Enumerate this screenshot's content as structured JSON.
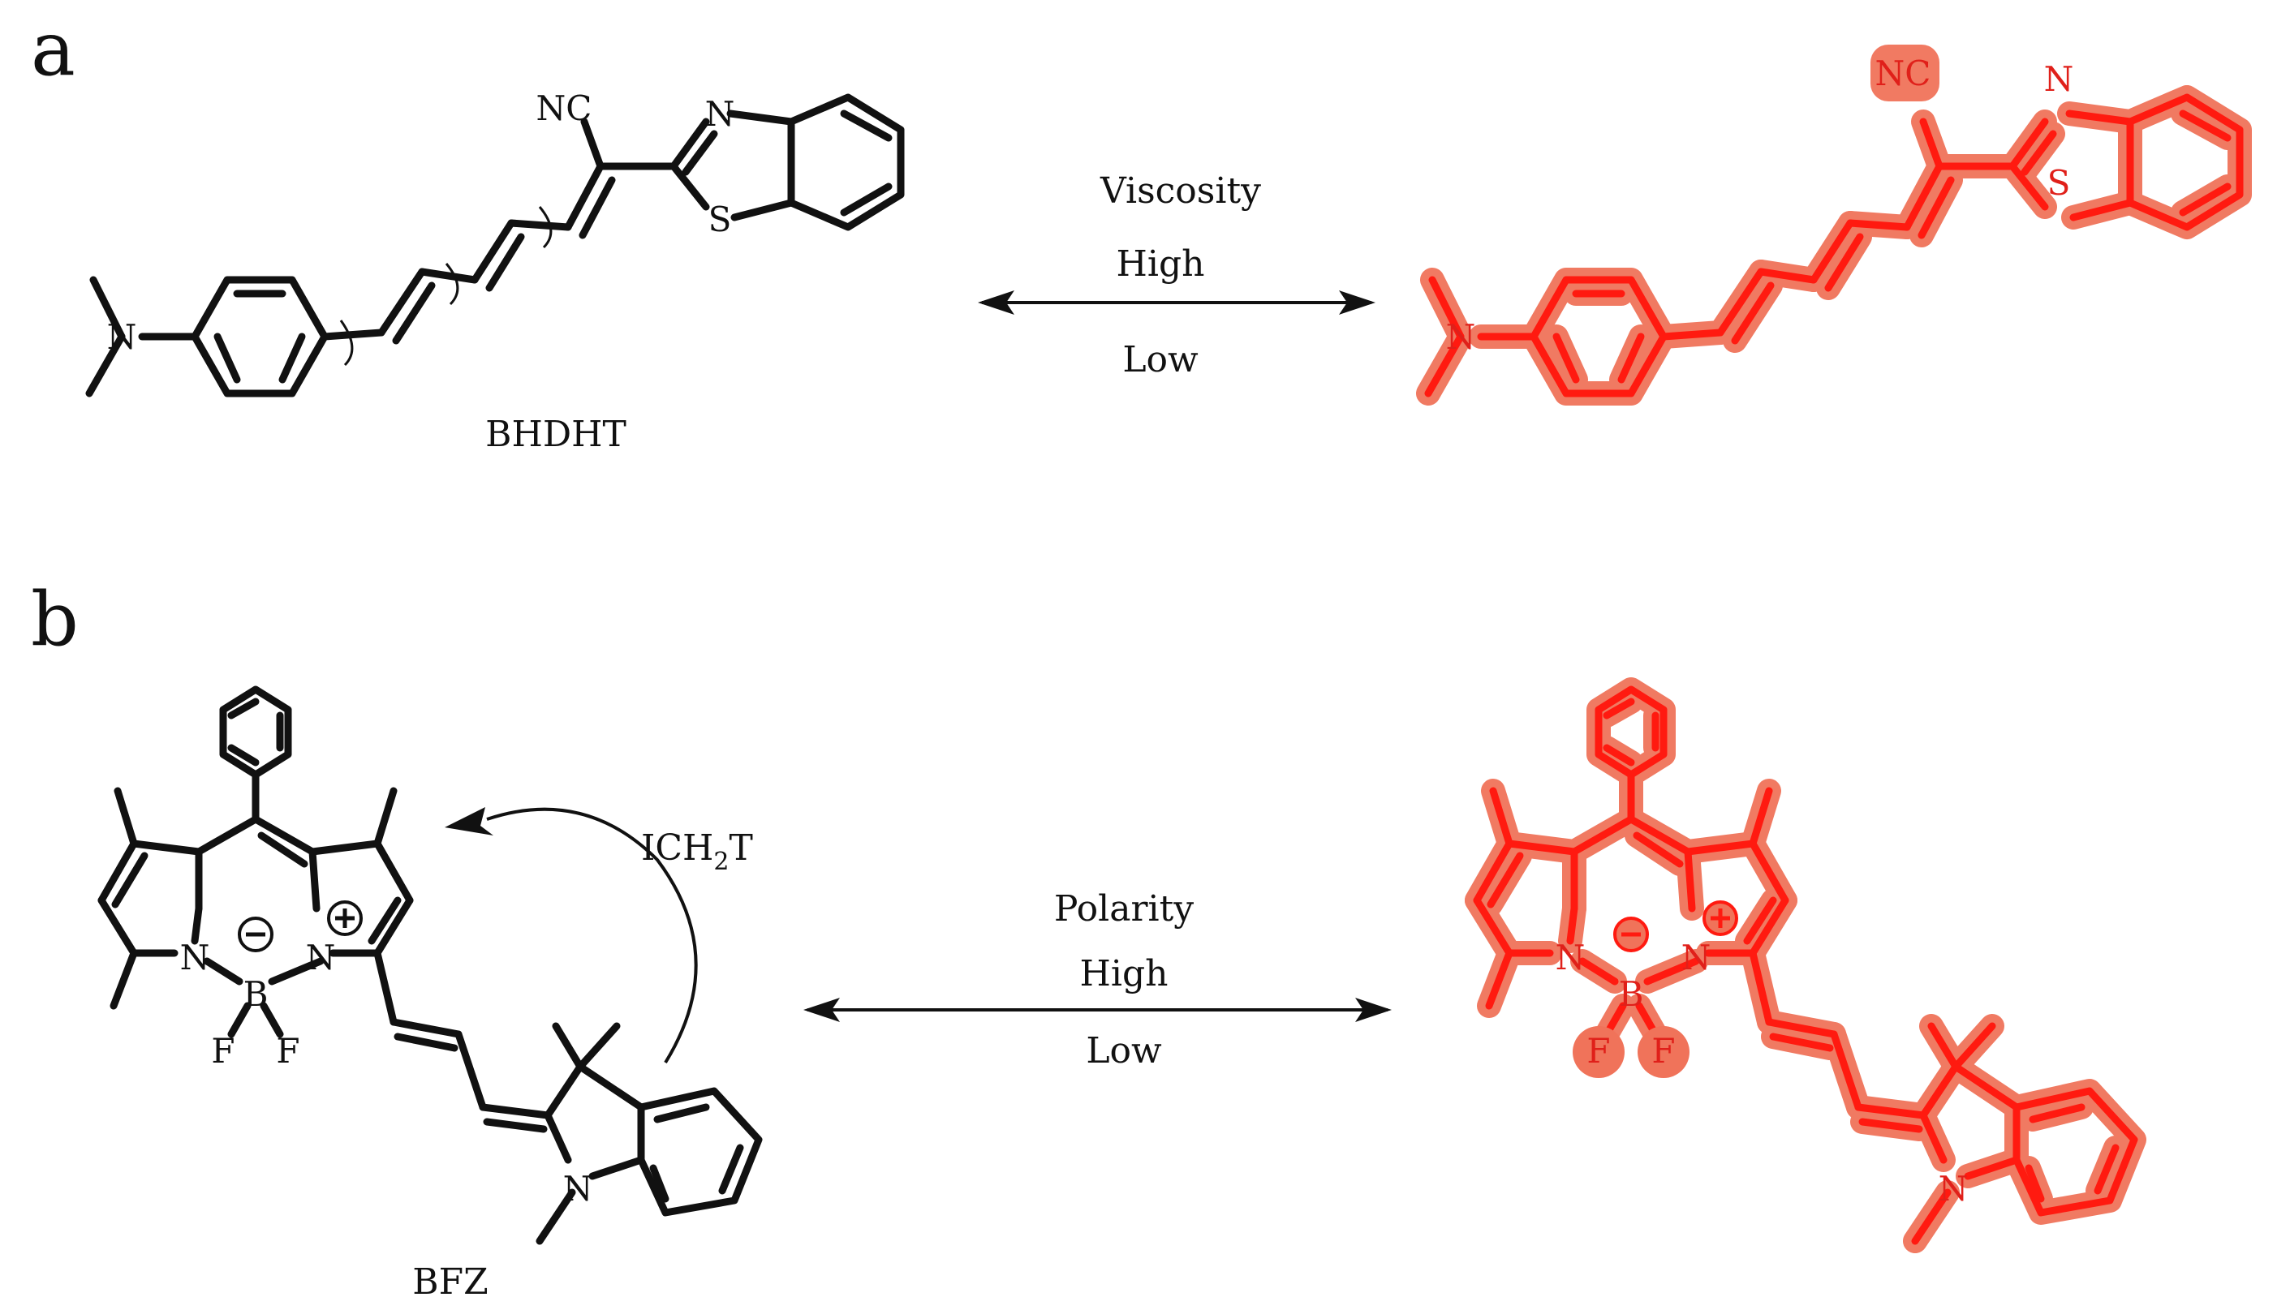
{
  "panels": [
    {
      "letter": "a",
      "compound_name": "BHDHT",
      "condition": "Viscosity",
      "level_high": "High",
      "level_low": "Low",
      "atoms": {
        "amine_n": "N",
        "nitrile": "NC",
        "thiazole_n": "N",
        "thiazole_s": "S"
      }
    },
    {
      "letter": "b",
      "compound_name": "BFZ",
      "condition": "Polarity",
      "level_high": "High",
      "level_low": "Low",
      "process": "ICH",
      "process_sub": "2",
      "process_tail": "T",
      "atoms": {
        "n_left": "N",
        "n_right": "N",
        "boron": "B",
        "f1": "F",
        "f2": "F",
        "indole_n": "N",
        "minus": "−",
        "plus": "+"
      }
    }
  ],
  "colors": {
    "ink": "#111111",
    "highlight_line": "#ff1a10",
    "highlight_glow": "#f0735a"
  }
}
